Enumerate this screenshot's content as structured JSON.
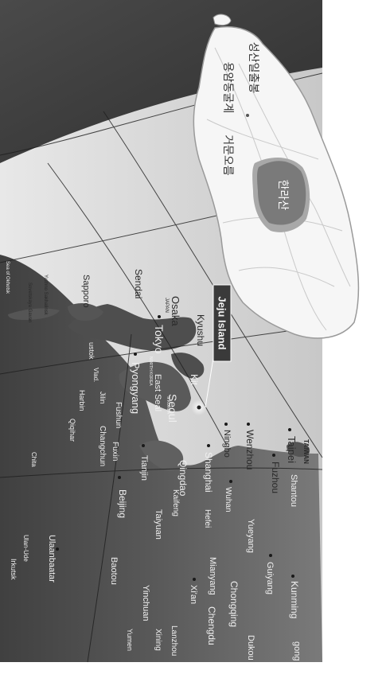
{
  "map": {
    "title": "Jeju Island",
    "sea_labels": {
      "east_sea": "East Seal",
      "sea_of_okhotsk": "Sea of Okhotsk"
    },
    "countries": {
      "north_korea": "NORTH KOREA",
      "south_korea": "S.KOREA",
      "japan": "JAPAN",
      "taiwan": "TAIWAN"
    },
    "cities": {
      "irkutsk": "Irkutsk",
      "ulan_ude": "Ulan-Ude",
      "ulaanbaatar": "Ulaanbaatar",
      "chita": "Chita",
      "qiqihar": "Qiqihar",
      "harbin": "Harbin",
      "changchun": "Changchun",
      "jilin": "Jilin",
      "vladivostok": "Vlad.",
      "ustok": "ustok",
      "fuxin": "Fuxin",
      "fushun": "Fushun",
      "beijing": "Beijing",
      "tianjin": "Tianjin",
      "pyongyang": "Pyongyang",
      "seoul": "Seoul",
      "sapporo": "Sapporo",
      "sendai": "Sendai",
      "tokyo": "Tokyo",
      "osaka": "Osaka",
      "kyushu": "Kyushu",
      "kitakyushu": "Kit",
      "baotou": "Baotou",
      "yinchuan": "Yinchuan",
      "taiyuan": "Taiyuan",
      "kaifeng": "Kaifeng",
      "qingdao": "Qingdao",
      "shanghai": "Shanghai",
      "ningbo": "Ningbo",
      "wenzhou": "Wenzhou",
      "fuzhou": "Fuzhou",
      "taipei": "Taipei",
      "xian": "Xi'an",
      "hefei": "Hefei",
      "wuhan": "Wuhan",
      "lanzhou": "Lanzhou",
      "mianyang": "Mianyang",
      "yueyang": "Yueyang",
      "chengdu": "Chengdu",
      "chongqing": "Chongqing",
      "guiyang": "Guiyang",
      "shantou": "Shantou",
      "kunming": "Kunming",
      "dukou": "Dukou",
      "xining": "Xining",
      "yumen": "Yumen",
      "nanning": "gong",
      "south_sakhalinsk": "Yuzhno Sakhalinsk",
      "sovetskaya_gavan": "Sovetskaya Gavan"
    },
    "jeju_places": {
      "hallasan": "한라산",
      "geomunoreum": "거문오름",
      "yongam": "용암동굴계",
      "seongsan": "성산일출봉"
    },
    "colors": {
      "land_dark": "#2a2a2a",
      "land_mid": "#6b6b6b",
      "sea_light": "#d8d8d8",
      "island_fill": "#f6f6f6",
      "hallasan_fill": "#7a7a7a",
      "hallasan_halo": "#a8a8a8",
      "label_box": "#3a3a3a"
    }
  }
}
